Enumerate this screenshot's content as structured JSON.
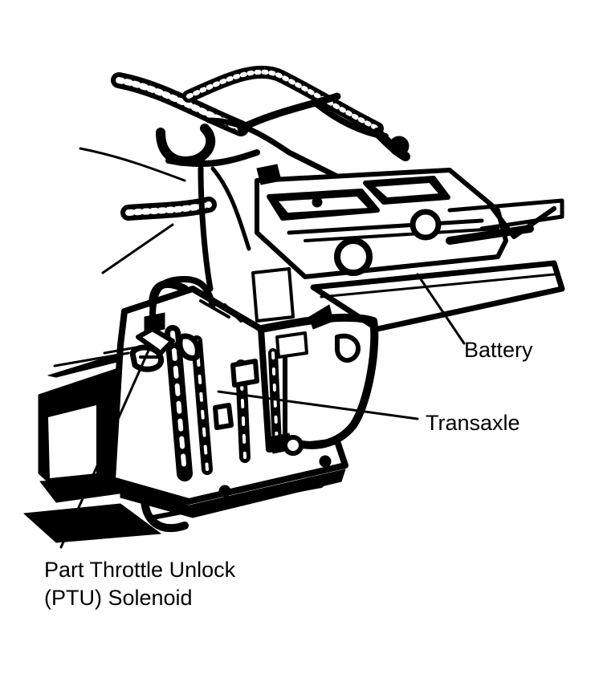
{
  "labels": {
    "battery": "Battery",
    "transaxle": "Transaxle",
    "ptu_line1": "Part Throttle Unlock",
    "ptu_line2": "(PTU) Solenoid"
  },
  "colors": {
    "ink": "#000000",
    "paper": "#ffffff"
  }
}
